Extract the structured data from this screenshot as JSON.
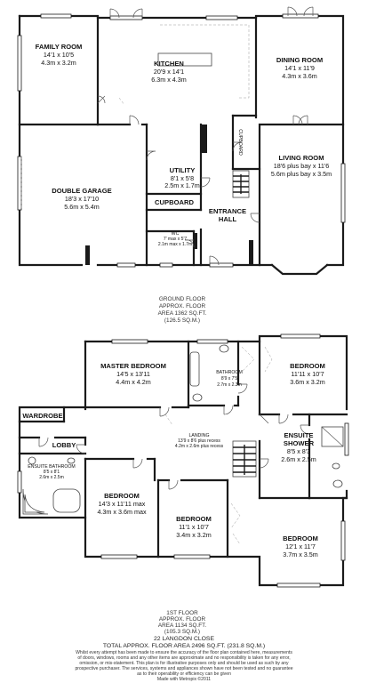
{
  "ground_floor": {
    "rooms": {
      "family_room": {
        "name": "FAMILY ROOM",
        "dim_imperial": "14'1 x 10'5",
        "dim_metric": "4.3m x 3.2m"
      },
      "kitchen": {
        "name": "KITCHEN",
        "dim_imperial": "20'9 x 14'1",
        "dim_metric": "6.3m x 4.3m"
      },
      "dining_room": {
        "name": "DINING ROOM",
        "dim_imperial": "14'1 x 11'9",
        "dim_metric": "4.3m x 3.6m"
      },
      "cupboard_top": {
        "name": "CUPBOARD"
      },
      "utility": {
        "name": "UTILITY",
        "dim_imperial": "8'1 x 5'8",
        "dim_metric": "2.5m x 1.7m"
      },
      "living_room": {
        "name": "LIVING ROOM",
        "dim_imperial": "18'6 plus bay x 11'6",
        "dim_metric": "5.6m plus bay x 3.5m"
      },
      "double_garage": {
        "name": "DOUBLE GARAGE",
        "dim_imperial": "18'3 x 17'10",
        "dim_metric": "5.6m x 5.4m"
      },
      "cupboard": {
        "name": "CUPBOARD"
      },
      "entrance_hall_1": {
        "name": "ENTRANCE"
      },
      "entrance_hall_2": {
        "name": "HALL"
      },
      "wc": {
        "name": "WC",
        "dim_imperial": "7' max x 5'7",
        "dim_metric": "2.1m max x 1.7m"
      }
    },
    "caption": {
      "line1": "GROUND FLOOR",
      "line2": "APPROX. FLOOR",
      "line3": "AREA 1362 SQ.FT.",
      "line4": "(126.5 SQ.M.)"
    }
  },
  "first_floor": {
    "rooms": {
      "master_bedroom": {
        "name": "MASTER BEDROOM",
        "dim_imperial": "14'5 x 13'11",
        "dim_metric": "4.4m x 4.2m"
      },
      "bathroom": {
        "name": "BATHROOM",
        "dim_imperial": "8'9 x 7'5",
        "dim_metric": "2.7m x 2.3m"
      },
      "bedroom_ne": {
        "name": "BEDROOM",
        "dim_imperial": "11'11 x 10'7",
        "dim_metric": "3.6m x 3.2m"
      },
      "wardrobe": {
        "name": "WARDROBE"
      },
      "landing": {
        "name": "LANDING",
        "dim_imperial": "13'9 x 8'6 plus recess",
        "dim_metric": "4.2m x 2.6m plus recess"
      },
      "lobby": {
        "name": "LOBBY"
      },
      "ensuite_shower": {
        "name1": "ENSUITE",
        "name2": "SHOWER",
        "dim_imperial": "8'5 x 8'3",
        "dim_metric": "2.6m x 2.5m"
      },
      "ensuite_bathroom": {
        "name": "ENSUITE BATHROOM",
        "dim_imperial": "8'5 x 8'1",
        "dim_metric": "2.6m x 2.5m"
      },
      "bedroom_w": {
        "name": "BEDROOM",
        "dim_imperial": "14'3 x 11'11 max",
        "dim_metric": "4.3m x 3.6m max"
      },
      "bedroom_mid": {
        "name": "BEDROOM",
        "dim_imperial": "11'1 x 10'7",
        "dim_metric": "3.4m x 3.2m"
      },
      "bedroom_se": {
        "name": "BEDROOM",
        "dim_imperial": "12'1 x 11'7",
        "dim_metric": "3.7m x 3.5m"
      }
    },
    "caption": {
      "line1": "1ST FLOOR",
      "line2": "APPROX. FLOOR",
      "line3": "AREA 1134 SQ.FT.",
      "line4": "(105.3 SQ.M.)"
    }
  },
  "footer": {
    "address": "22 LANGDON CLOSE",
    "total": "TOTAL APPROX. FLOOR AREA 2496 SQ.FT. (231.8 SQ.M.)",
    "disclaimer_1": "Whilst every attempt has been made to ensure the accuracy of the floor plan contained here, measurements",
    "disclaimer_2": "of doors, windows, rooms and any other items are approximate and no responsibility is taken for any error,",
    "disclaimer_3": "omission, or mis-statement. This plan is for illustrative purposes only and should be used as such by any",
    "disclaimer_4": "prospective purchaser. The services, systems and appliances shown have not been tested and no guarantee",
    "disclaimer_5": "as to their operability or efficiency can be given",
    "credit": "Made with Metropix ©2011"
  }
}
